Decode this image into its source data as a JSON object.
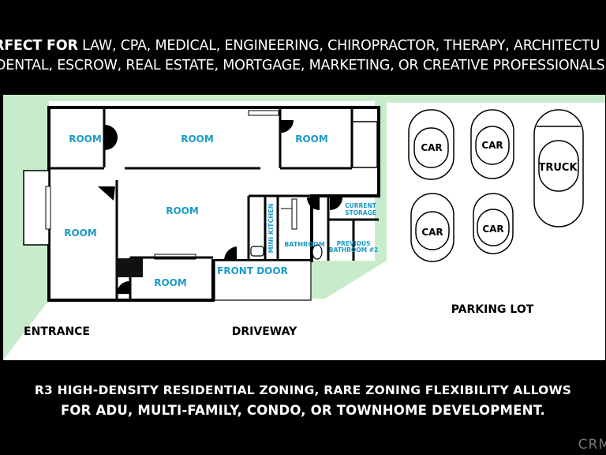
{
  "header": {
    "line1_bold": "RFECT FOR",
    "line1_rest": " LAW, CPA, MEDICAL, ENGINEERING, CHIROPRACTOR, THERAPY, ARCHITECTU",
    "line2": "DENTAL, ESCROW, REAL ESTATE, MORTGAGE, MARKETING, OR CREATIVE PROFESSIONALS"
  },
  "plan": {
    "rooms": [
      "ROOM",
      "ROOM",
      "ROOM",
      "ROOM",
      "ROOM",
      "ROOM"
    ],
    "mini_kitchen": "MINI KITCHEN",
    "bathroom": "BATHROOM",
    "current_storage_1": "CURRENT",
    "current_storage_2": "STORAGE",
    "previous_bathroom_1": "PREVIOUS",
    "previous_bathroom_2": "BATHROOM #2",
    "front_door": "FRONT DOOR",
    "entrance": "ENTRANCE",
    "driveway": "DRIVEWAY",
    "parking_lot": "PARKING LOT",
    "car": "CAR",
    "truck": "TRUCK"
  },
  "footer": {
    "line1": "R3 HIGH-DENSITY RESIDENTIAL ZONING, RARE ZONING FLEXIBILITY ALLOWS",
    "line2": "FOR ADU, MULTI-FAMILY, CONDO, OR TOWNHOME DEVELOPMENT."
  },
  "watermark": "CRM",
  "colors": {
    "room_label": "#1a9bc7",
    "lawn": "#c8eccb",
    "wall": "#000000"
  }
}
